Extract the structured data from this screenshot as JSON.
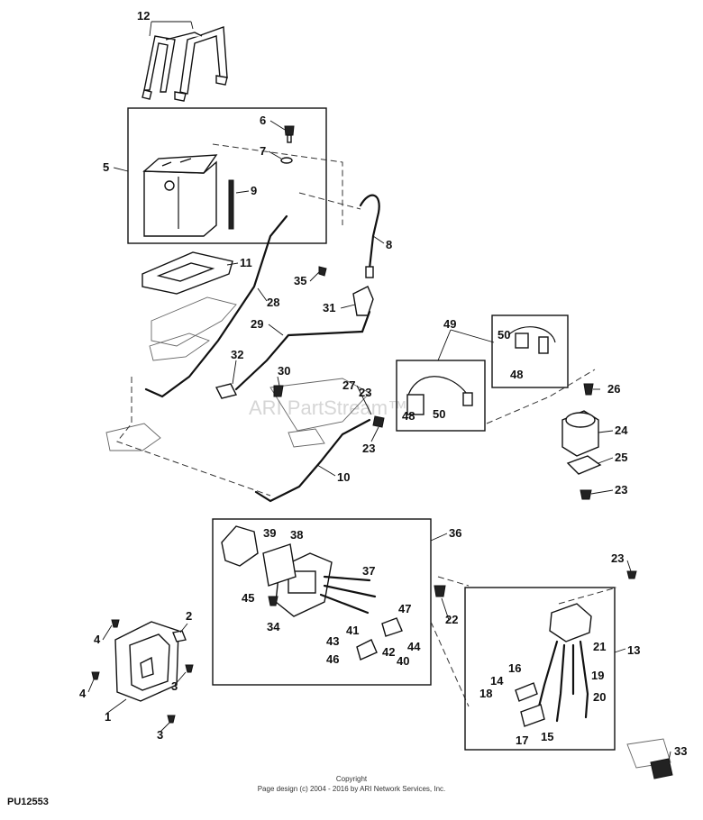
{
  "watermark": "ARI PartStream™",
  "footer": {
    "copyright": "Copyright",
    "credit": "Page design (c) 2004 - 2016 by ARI Network Services, Inc."
  },
  "doc_code": "PU12553",
  "callouts": {
    "c1": "1",
    "c2": "2",
    "c3a": "3",
    "c3b": "3",
    "c4a": "4",
    "c4b": "4",
    "c5": "5",
    "c6": "6",
    "c7": "7",
    "c8": "8",
    "c9": "9",
    "c10": "10",
    "c11": "11",
    "c12": "12",
    "c13": "13",
    "c14": "14",
    "c15": "15",
    "c16": "16",
    "c17": "17",
    "c18": "18",
    "c19": "19",
    "c20": "20",
    "c21": "21",
    "c22": "22",
    "c23a": "23",
    "c23b": "23",
    "c23c": "23",
    "c23d": "23",
    "c24": "24",
    "c25": "25",
    "c26": "26",
    "c27": "27",
    "c28": "28",
    "c29": "29",
    "c30": "30",
    "c31": "31",
    "c32": "32",
    "c33": "33",
    "c34": "34",
    "c35": "35",
    "c36": "36",
    "c37": "37",
    "c38": "38",
    "c39": "39",
    "c40": "40",
    "c41": "41",
    "c42": "42",
    "c43": "43",
    "c44": "44",
    "c45": "45",
    "c46": "46",
    "c47": "47",
    "c48a": "48",
    "c48b": "48",
    "c49": "49",
    "c50a": "50",
    "c50b": "50"
  }
}
